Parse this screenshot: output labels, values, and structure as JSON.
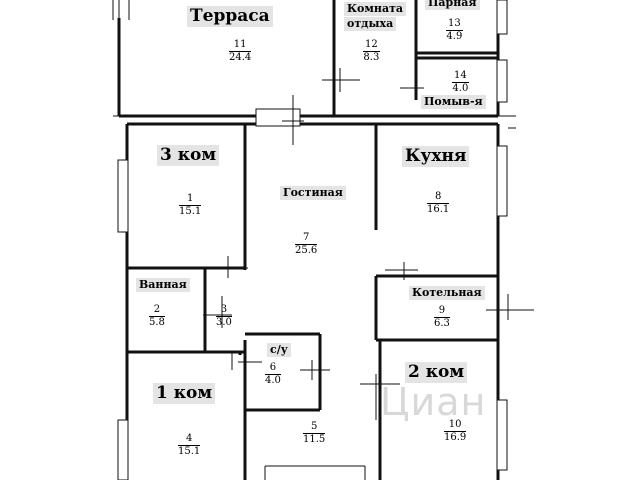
{
  "rooms": {
    "terrace": {
      "name": "Терраса",
      "number": "11",
      "area": "24.4"
    },
    "rest": {
      "name_line1": "Комната",
      "name_line2": "отдыха",
      "number": "12",
      "area": "8.3"
    },
    "steam": {
      "name": "Парная",
      "number": "13",
      "area": "4.9"
    },
    "wash": {
      "name": "Помыв-я",
      "number": "14",
      "area": "4.0"
    },
    "bedroom3": {
      "name": "3 ком",
      "number": "1",
      "area": "15.1"
    },
    "living": {
      "name": "Гостиная",
      "number": "7",
      "area": "25.6"
    },
    "kitchen": {
      "name": "Кухня",
      "number": "8",
      "area": "16.1"
    },
    "bath": {
      "name": "Ванная",
      "number": "2",
      "area": "5.8"
    },
    "hall": {
      "number": "3",
      "area": "3.0"
    },
    "boiler": {
      "name": "Котельная",
      "number": "9",
      "area": "6.3"
    },
    "wc": {
      "name": "с/у",
      "number": "6",
      "area": "4.0"
    },
    "bedroom1": {
      "name": "1 ком",
      "number": "4",
      "area": "15.1"
    },
    "corridor": {
      "number": "5",
      "area": "11.5"
    },
    "bedroom2": {
      "name": "2 ком",
      "number": "10",
      "area": "16.9"
    }
  },
  "watermark": "Циан"
}
